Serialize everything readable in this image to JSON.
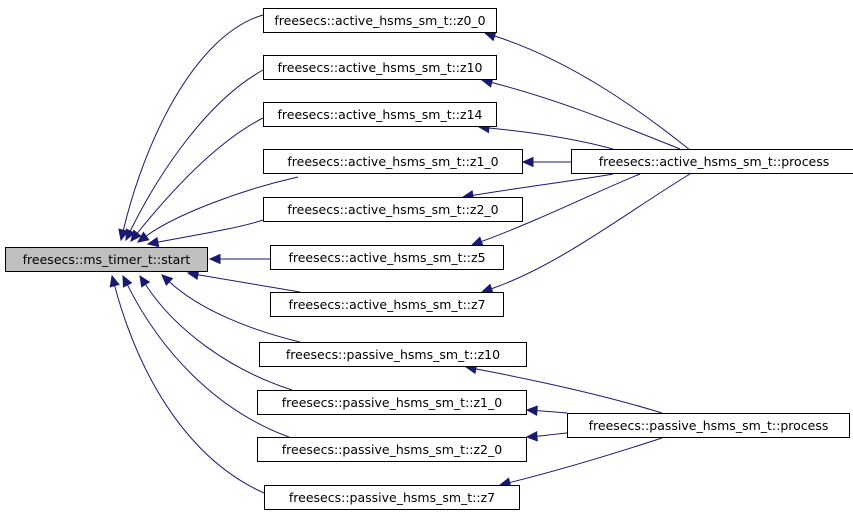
{
  "graph": {
    "nodes": [
      {
        "id": "start",
        "label": "freesecs::ms_timer_t::start",
        "focus": true
      },
      {
        "id": "a_z0_0",
        "label": "freesecs::active_hsms_sm_t::z0_0"
      },
      {
        "id": "a_z10",
        "label": "freesecs::active_hsms_sm_t::z10"
      },
      {
        "id": "a_z14",
        "label": "freesecs::active_hsms_sm_t::z14"
      },
      {
        "id": "a_z1_0",
        "label": "freesecs::active_hsms_sm_t::z1_0"
      },
      {
        "id": "a_z2_0",
        "label": "freesecs::active_hsms_sm_t::z2_0"
      },
      {
        "id": "a_z5",
        "label": "freesecs::active_hsms_sm_t::z5"
      },
      {
        "id": "a_z7",
        "label": "freesecs::active_hsms_sm_t::z7"
      },
      {
        "id": "a_process",
        "label": "freesecs::active_hsms_sm_t::process"
      },
      {
        "id": "p_z10",
        "label": "freesecs::passive_hsms_sm_t::z10"
      },
      {
        "id": "p_z1_0",
        "label": "freesecs::passive_hsms_sm_t::z1_0"
      },
      {
        "id": "p_z2_0",
        "label": "freesecs::passive_hsms_sm_t::z2_0"
      },
      {
        "id": "p_z7",
        "label": "freesecs::passive_hsms_sm_t::z7"
      },
      {
        "id": "p_process",
        "label": "freesecs::passive_hsms_sm_t::process"
      }
    ],
    "edges": [
      {
        "from": "a_z0_0",
        "to": "start"
      },
      {
        "from": "a_z10",
        "to": "start"
      },
      {
        "from": "a_z14",
        "to": "start"
      },
      {
        "from": "a_z1_0",
        "to": "start"
      },
      {
        "from": "a_z2_0",
        "to": "start"
      },
      {
        "from": "a_z5",
        "to": "start"
      },
      {
        "from": "a_z7",
        "to": "start"
      },
      {
        "from": "p_z10",
        "to": "start"
      },
      {
        "from": "p_z1_0",
        "to": "start"
      },
      {
        "from": "p_z2_0",
        "to": "start"
      },
      {
        "from": "p_z7",
        "to": "start"
      },
      {
        "from": "a_process",
        "to": "a_z0_0"
      },
      {
        "from": "a_process",
        "to": "a_z10"
      },
      {
        "from": "a_process",
        "to": "a_z14"
      },
      {
        "from": "a_process",
        "to": "a_z1_0"
      },
      {
        "from": "a_process",
        "to": "a_z2_0"
      },
      {
        "from": "a_process",
        "to": "a_z5"
      },
      {
        "from": "a_process",
        "to": "a_z7"
      },
      {
        "from": "p_process",
        "to": "p_z10"
      },
      {
        "from": "p_process",
        "to": "p_z1_0"
      },
      {
        "from": "p_process",
        "to": "p_z2_0"
      },
      {
        "from": "p_process",
        "to": "p_z7"
      }
    ],
    "colors": {
      "edge": "#191970",
      "focus_fill": "#bfbfbf",
      "node_fill": "#ffffff",
      "node_border": "#000000"
    }
  }
}
